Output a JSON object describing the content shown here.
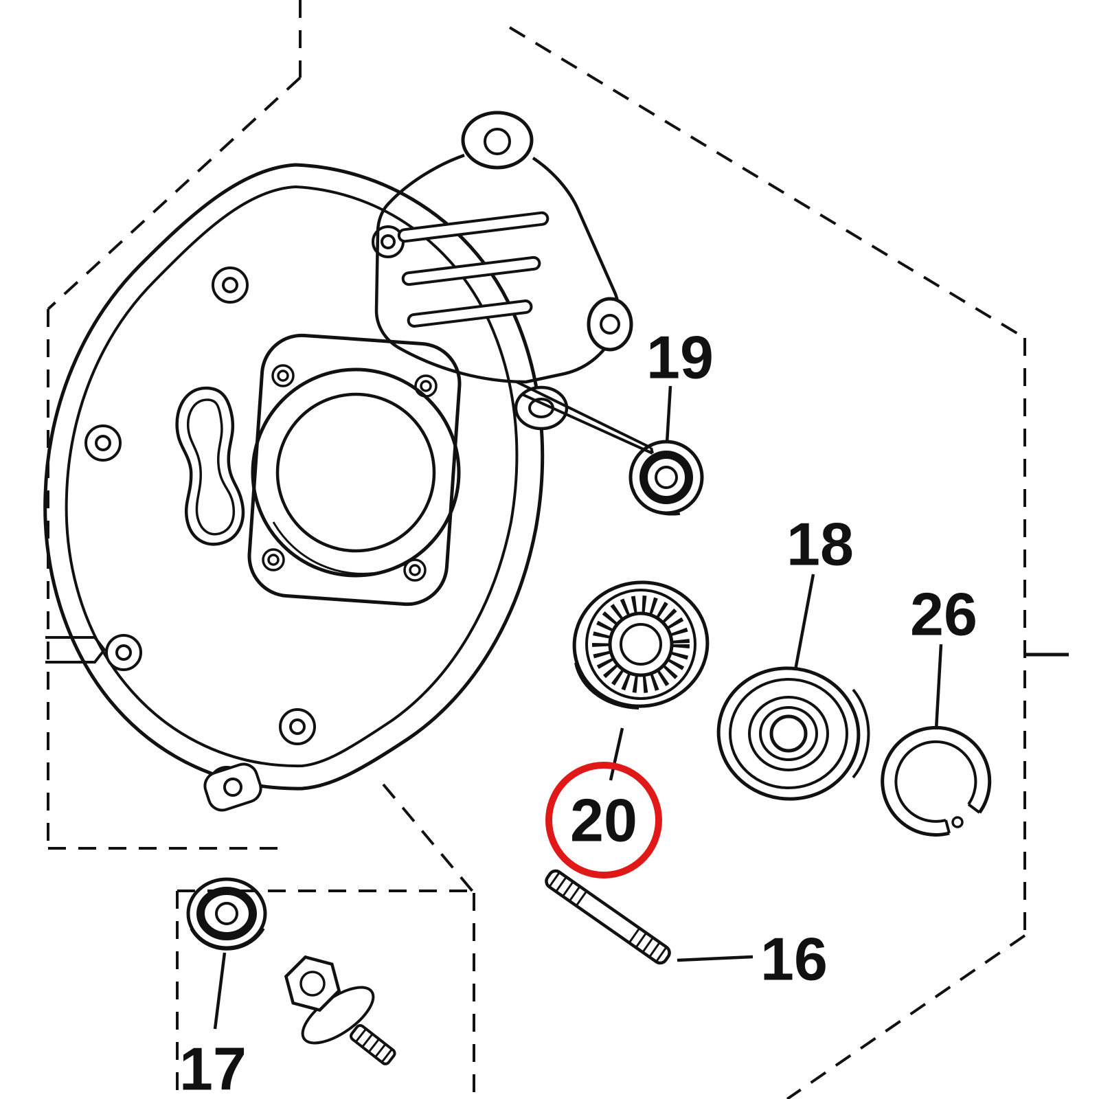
{
  "diagram": {
    "type": "exploded-parts-diagram",
    "background": "#ffffff",
    "line_color": "#111111",
    "highlight_color": "#e11818",
    "labels": [
      {
        "text": "19",
        "highlighted": false
      },
      {
        "text": "18",
        "highlighted": false
      },
      {
        "text": "26",
        "highlighted": false
      },
      {
        "text": "20",
        "highlighted": true
      },
      {
        "text": "16",
        "highlighted": false
      },
      {
        "text": "17",
        "highlighted": false
      }
    ],
    "parts": [
      {
        "number": "19",
        "name": "collar-seal"
      },
      {
        "number": "18",
        "name": "ball-bearing"
      },
      {
        "number": "26",
        "name": "snap-ring"
      },
      {
        "number": "20",
        "name": "oil-seal",
        "highlighted": true
      },
      {
        "number": "16",
        "name": "stud-bolt"
      },
      {
        "number": "17",
        "name": "flange-nut"
      },
      {
        "number": "",
        "name": "flange-bolt"
      },
      {
        "number": "",
        "name": "cover-housing"
      }
    ]
  }
}
